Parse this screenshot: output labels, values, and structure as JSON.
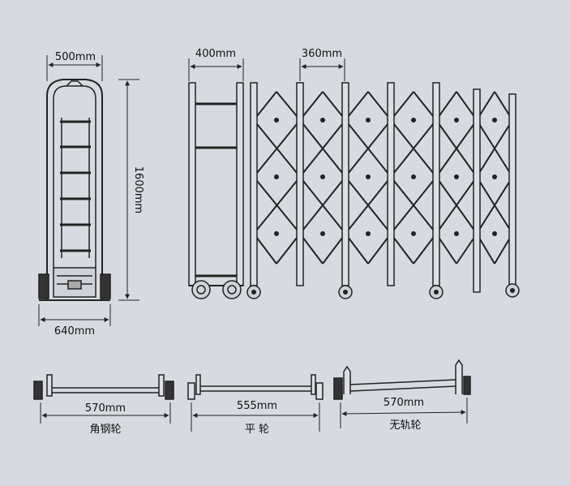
{
  "dimensions": {
    "front_width": "500mm",
    "front_height": "1600mm",
    "base_width": "640mm",
    "head_width": "400mm",
    "section_spacing": "360mm"
  },
  "wheel_types": [
    {
      "width": "570mm",
      "name": "角钢轮"
    },
    {
      "width": "555mm",
      "name": "平 轮"
    },
    {
      "width": "570mm",
      "name": "无轨轮"
    }
  ],
  "colors": {
    "background": "#d7dae0",
    "line": "#222222",
    "frame_fill": "#dcdfe4"
  }
}
